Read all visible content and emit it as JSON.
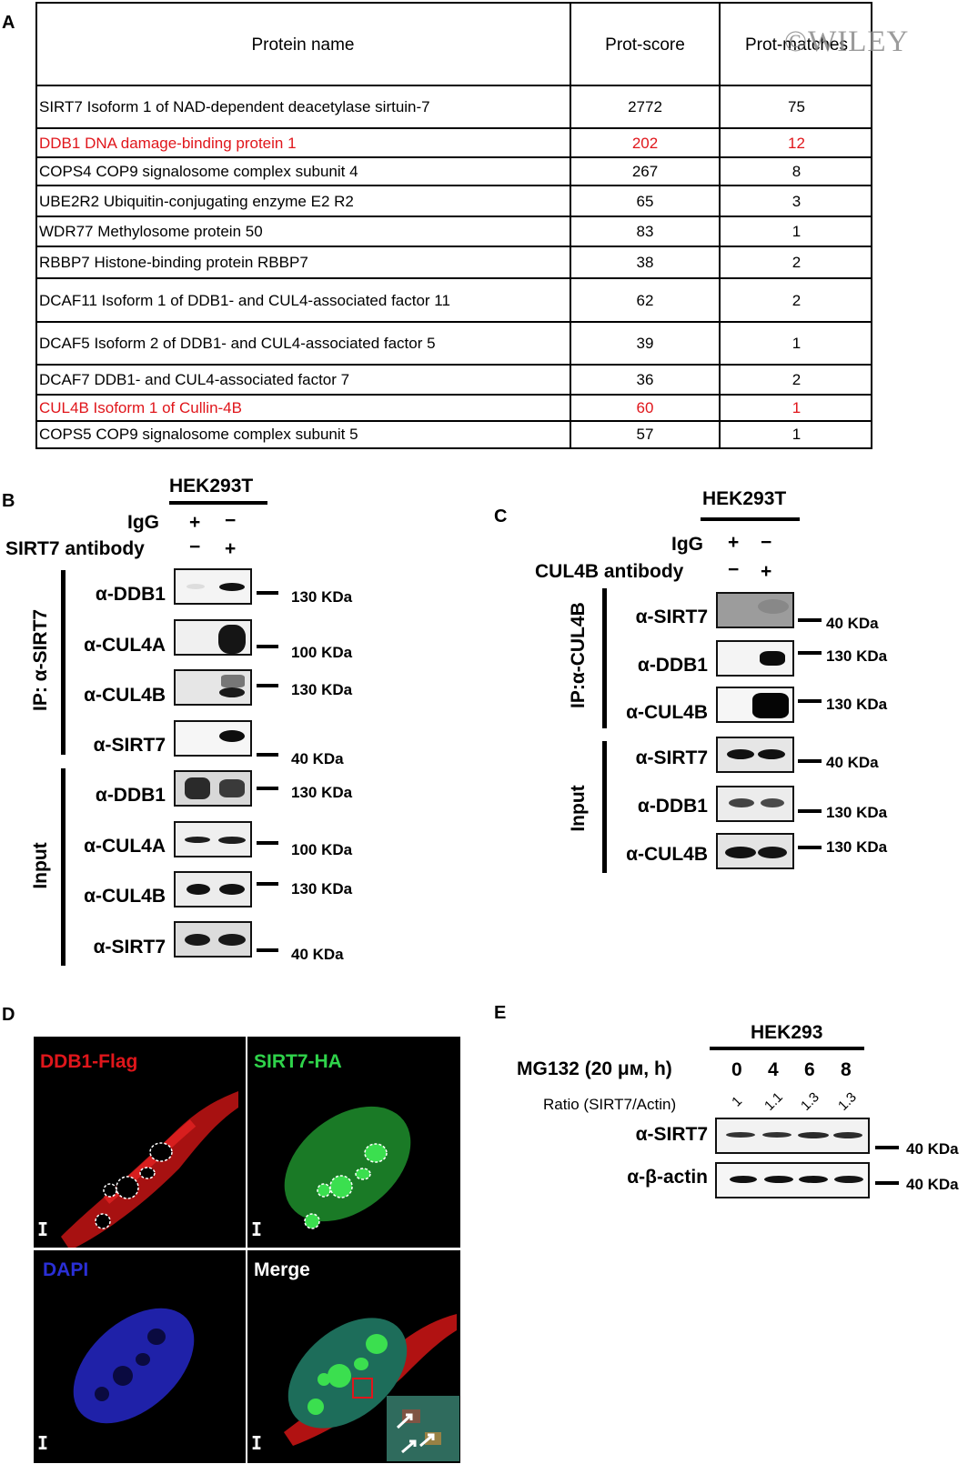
{
  "watermark": "©WILEY",
  "panel_a": {
    "letter": "A",
    "headers": [
      "Protein name",
      "Prot-score",
      "Prot-matches"
    ],
    "rows": [
      {
        "name": "SIRT7 Isoform 1 of NAD-dependent deacetylase sirtuin-7",
        "score": "2772",
        "matches": "75",
        "highlight": false
      },
      {
        "name": "DDB1 DNA damage-binding protein 1",
        "score": "202",
        "matches": "12",
        "highlight": true
      },
      {
        "name": "COPS4 COP9 signalosome complex subunit 4",
        "score": "267",
        "matches": "8",
        "highlight": false
      },
      {
        "name": "UBE2R2 Ubiquitin-conjugating enzyme E2 R2",
        "score": "65",
        "matches": "3",
        "highlight": false
      },
      {
        "name": "WDR77 Methylosome protein 50",
        "score": "83",
        "matches": "1",
        "highlight": false
      },
      {
        "name": "RBBP7 Histone-binding protein RBBP7",
        "score": "38",
        "matches": "2",
        "highlight": false
      },
      {
        "name": "DCAF11 Isoform 1 of DDB1- and CUL4-associated factor 11",
        "score": "62",
        "matches": "2",
        "highlight": false
      },
      {
        "name": "DCAF5 Isoform 2 of DDB1- and CUL4-associated factor 5",
        "score": "39",
        "matches": "1",
        "highlight": false
      },
      {
        "name": "DCAF7 DDB1- and CUL4-associated factor 7",
        "score": "36",
        "matches": "2",
        "highlight": false
      },
      {
        "name": "CUL4B Isoform 1 of Cullin-4B",
        "score": "60",
        "matches": "1",
        "highlight": true
      },
      {
        "name": "COPS5 COP9 signalosome complex subunit 5",
        "score": "57",
        "matches": "1",
        "highlight": false
      }
    ],
    "highlight_color": "#e0161b"
  },
  "panel_b": {
    "letter": "B",
    "cell_line": "HEK293T",
    "conditions": [
      {
        "label": "IgG",
        "lanes": [
          "+",
          "−"
        ]
      },
      {
        "label": "SIRT7 antibody",
        "lanes": [
          "−",
          "+"
        ]
      }
    ],
    "groups": [
      {
        "label": "IP: α-SIRT7",
        "blots": [
          {
            "antibody": "α-DDB1",
            "mw": "130 KDa"
          },
          {
            "antibody": "α-CUL4A",
            "mw": "100 KDa"
          },
          {
            "antibody": "α-CUL4B",
            "mw": "130 KDa"
          },
          {
            "antibody": "α-SIRT7",
            "mw": "40 KDa"
          }
        ]
      },
      {
        "label": "Input",
        "blots": [
          {
            "antibody": "α-DDB1",
            "mw": "130 KDa"
          },
          {
            "antibody": "α-CUL4A",
            "mw": "100 KDa"
          },
          {
            "antibody": "α-CUL4B",
            "mw": "130 KDa"
          },
          {
            "antibody": "α-SIRT7",
            "mw": "40 KDa"
          }
        ]
      }
    ]
  },
  "panel_c": {
    "letter": "C",
    "cell_line": "HEK293T",
    "conditions": [
      {
        "label": "IgG",
        "lanes": [
          "+",
          "−"
        ]
      },
      {
        "label": "CUL4B antibody",
        "lanes": [
          "−",
          "+"
        ]
      }
    ],
    "groups": [
      {
        "label": "IP:α-CUL4B",
        "blots": [
          {
            "antibody": "α-SIRT7",
            "mw": "40 KDa"
          },
          {
            "antibody": "α-DDB1",
            "mw": "130 KDa"
          },
          {
            "antibody": "α-CUL4B",
            "mw": "130 KDa"
          }
        ]
      },
      {
        "label": "Input",
        "blots": [
          {
            "antibody": "α-SIRT7",
            "mw": "40 KDa"
          },
          {
            "antibody": "α-DDB1",
            "mw": "130 KDa"
          },
          {
            "antibody": "α-CUL4B",
            "mw": "130 KDa"
          }
        ]
      }
    ]
  },
  "panel_d": {
    "letter": "D",
    "images": [
      {
        "label": "DDB1-Flag",
        "color": "#e0161b"
      },
      {
        "label": "SIRT7-HA",
        "color": "#2fd34a"
      },
      {
        "label": "DAPI",
        "color": "#2a2fd6"
      },
      {
        "label": "Merge",
        "color": "#ffffff"
      }
    ],
    "scale_bar": "I"
  },
  "panel_e": {
    "letter": "E",
    "cell_line": "HEK293",
    "treatment_label": "MG132 (20 μм, h)",
    "timepoints": [
      "0",
      "4",
      "6",
      "8"
    ],
    "ratio_label": "Ratio (SIRT7/Actin)",
    "ratios": [
      "1",
      "1.1",
      "1.3",
      "1.3"
    ],
    "blots": [
      {
        "antibody": "α-SIRT7",
        "mw": "40 KDa"
      },
      {
        "antibody": "α-β-actin",
        "mw": "40 KDa"
      }
    ]
  }
}
